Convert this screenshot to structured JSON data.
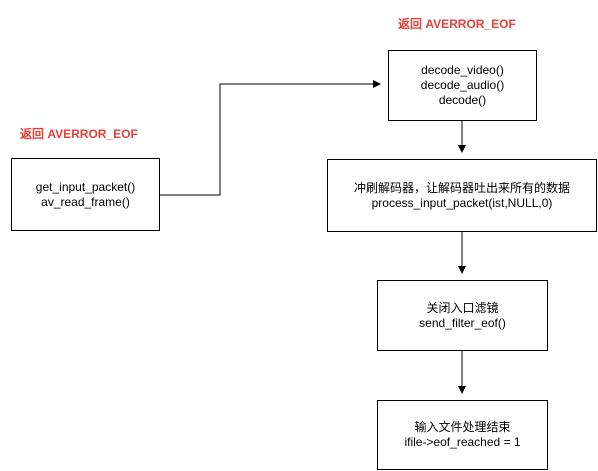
{
  "notes": {
    "left": "返回 AVERROR_EOF",
    "top": "返回 AVERROR_EOF"
  },
  "nodes": {
    "get_input": {
      "line1": "get_input_packet()",
      "line2": "av_read_frame()"
    },
    "decode": {
      "line1": "decode_video()",
      "line2": "decode_audio()",
      "line3": "decode()"
    },
    "flush": {
      "line1": "冲刷解码器，让解码器吐出来所有的数据",
      "line2": "process_input_packet(ist,NULL,0)"
    },
    "close_filter": {
      "line1": "关闭入口滤镜",
      "line2": "send_filter_eof()"
    },
    "finish": {
      "line1": "输入文件处理结束",
      "line2": "ifile->eof_reached = 1"
    }
  },
  "colors": {
    "note": "#e8403a",
    "stroke": "#000000"
  }
}
